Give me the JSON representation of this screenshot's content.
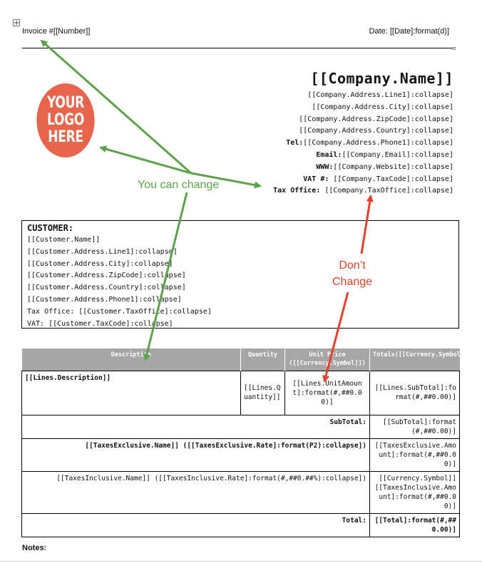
{
  "header": {
    "invoice_label": "Invoice #[[Number]]",
    "date_label": "Date: [[Date]:format(d)]"
  },
  "logo": {
    "line1": "YOUR",
    "line2": "LOGO",
    "line3": "HERE",
    "color": "#e8654b"
  },
  "company": {
    "name": "[[Company.Name]]",
    "lines": [
      {
        "label": "",
        "value": "[[Company.Address.Line1]:collapse]"
      },
      {
        "label": "",
        "value": "[[Company.Address.City]:collapse]"
      },
      {
        "label": "",
        "value": "[[Company.Address.ZipCode]:collapse]"
      },
      {
        "label": "",
        "value": "[[Company.Address.Country]:collapse]"
      },
      {
        "label": "Tel:",
        "value": "[[Company.Address.Phone1]:collapse]"
      },
      {
        "label": "Email:",
        "value": "[[Company.Email]:collapse]"
      },
      {
        "label": "WWW:",
        "value": "[[Company.Website]:collapse]"
      },
      {
        "label": "VAT #:",
        "value": " [[Company.TaxCode]:collapse]"
      },
      {
        "label": "Tax Office:",
        "value": " [[Company.TaxOffice]:collapse]"
      }
    ]
  },
  "annotations": {
    "you_can_change": "You can change",
    "dont_line1": "Don’t",
    "dont_line2": "Change",
    "green": "#5da24a",
    "red": "#e8402a"
  },
  "customer": {
    "title": "CUSTOMER:",
    "lines": [
      "[[Customer.Name]]",
      "[[Customer.Address.Line1]:collapse]",
      "[[Customer.Address.City]:collapse]",
      "[[Customer.Address.ZipCode]:collapse]",
      "[[Customer.Address.Country]:collapse]",
      "[[Customer.Address.Phone1]:collapse]",
      "Tax Office: [[Customer.TaxOffice]:collapse]",
      "VAT: [[Customer.TaxCode]:collapse]"
    ]
  },
  "lines_table": {
    "headers": {
      "description": "Description",
      "quantity": "Quantity",
      "unit_price": "Unit Price ([[Currency.Symbol]])",
      "totals": "Totals([[Currency.Symbol]])"
    },
    "row": {
      "description": "[[Lines.Description]]",
      "quantity": "[[Lines.Quantity]]",
      "unit_price": "[[Lines.UnitAmount]:format(#,##0.00)]",
      "total": "[[Lines.SubTotal]:format(#,##0.00)]"
    },
    "subtotal": {
      "label": "SubTotal:",
      "value": "[[SubTotal]:format(#,##0.00)]"
    },
    "taxes_exclusive": {
      "label": "[[TaxesExclusive.Name]] ([[TaxesExclusive.Rate]:format(P2):collapse])",
      "value": "[[TaxesExclusive.Amount]:format(#,##0.00)]"
    },
    "taxes_inclusive": {
      "label": "[[TaxesInclusive.Name]] ([[TaxesInclusive.Rate]:format(#,##0.##%):collapse])",
      "value": "[[Currency.Symbol]] [[TaxesInclusive.Amount]:format(#,##0.00)]"
    },
    "total": {
      "label": "Total:",
      "value": "[[Total]:format(#,##0.00)]"
    }
  },
  "notes": "Notes:"
}
